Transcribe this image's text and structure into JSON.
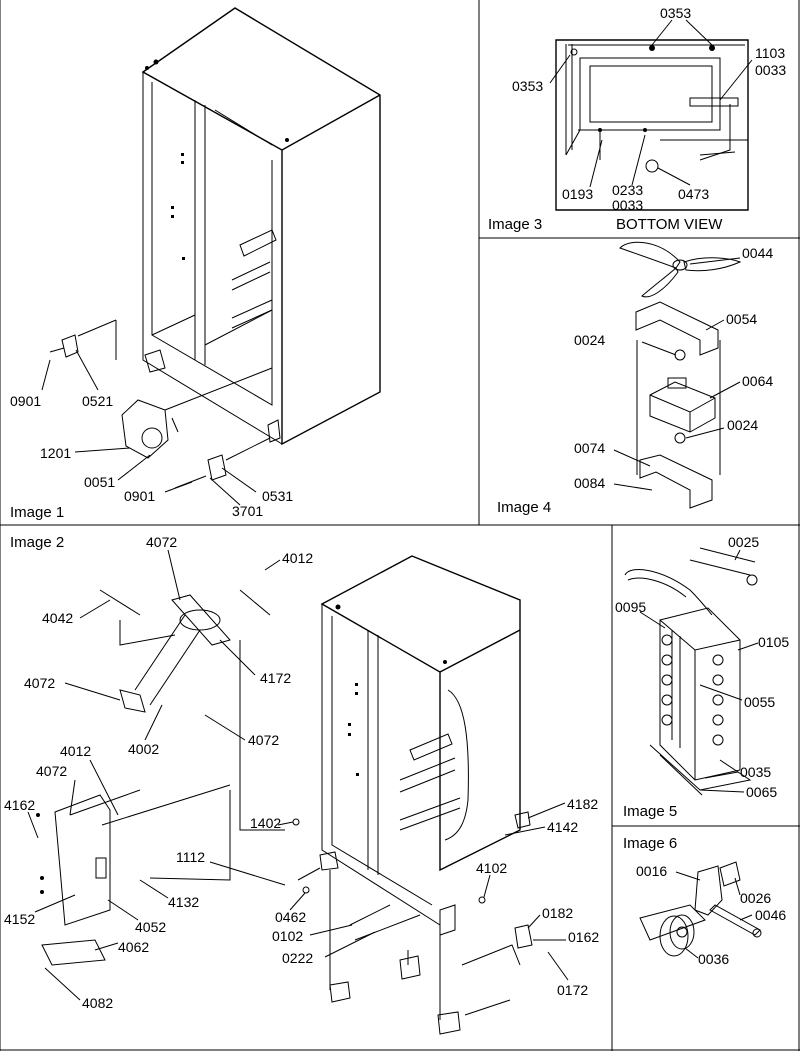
{
  "panels": {
    "image1": {
      "title": "Image 1",
      "labels": [
        "0901",
        "0521",
        "1201",
        "0051",
        "0901",
        "0531",
        "3701"
      ]
    },
    "image2": {
      "title": "Image 2",
      "labels": [
        "4072",
        "4012",
        "4042",
        "4172",
        "4072",
        "4002",
        "4072",
        "4012",
        "4072",
        "4162",
        "4132",
        "4152",
        "4052",
        "4062",
        "4082",
        "1402",
        "1112",
        "0462",
        "0102",
        "0222",
        "4182",
        "4142",
        "4102",
        "0182",
        "0162",
        "0172"
      ]
    },
    "image3": {
      "title": "Image 3",
      "caption": "BOTTOM VIEW",
      "labels": [
        "0353",
        "0353",
        "1103",
        "0033",
        "0193",
        "0233",
        "0033",
        "0473"
      ]
    },
    "image4": {
      "title": "Image 4",
      "labels": [
        "0044",
        "0054",
        "0024",
        "0064",
        "0024",
        "0074",
        "0084"
      ]
    },
    "image5": {
      "title": "Image 5",
      "labels": [
        "0025",
        "0095",
        "0105",
        "0055",
        "0035",
        "0065"
      ]
    },
    "image6": {
      "title": "Image 6",
      "labels": [
        "0016",
        "0026",
        "0046",
        "0036"
      ]
    }
  },
  "icons": [
    "refrigerator-cabinet-icon",
    "fan-blade-icon",
    "motor-icon",
    "evaporator-coil-icon",
    "roller-wheel-icon"
  ]
}
